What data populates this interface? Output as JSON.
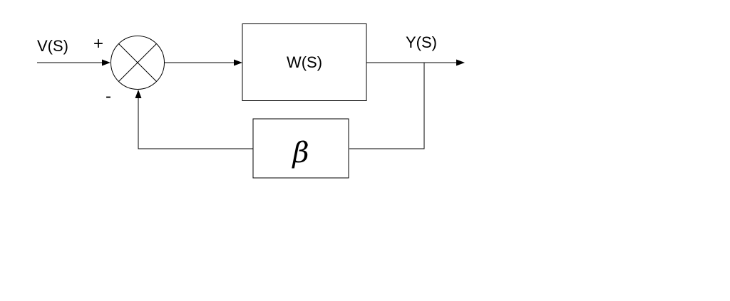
{
  "diagram": {
    "input_label": "V(S)",
    "output_label": "Y(S)",
    "plus_sign": "+",
    "minus_sign": "-",
    "forward_block_label": "W(S)",
    "feedback_block_label": "β"
  }
}
